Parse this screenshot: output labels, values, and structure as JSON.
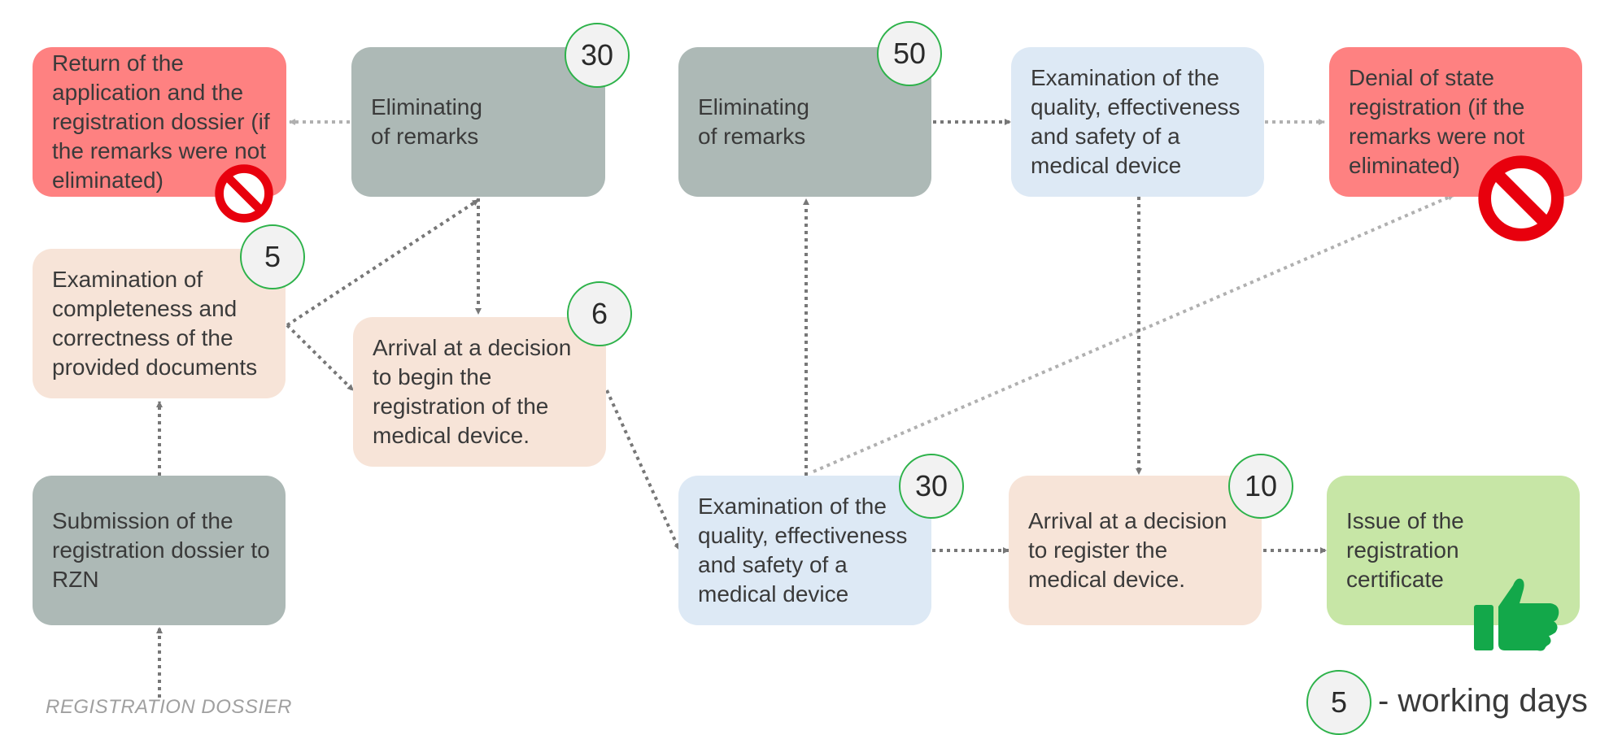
{
  "nodes": {
    "return_application": "Return of the application and the registration dossier (if the remarks were not eliminated)",
    "eliminating_remarks_1": "Eliminating of remarks",
    "eliminating_remarks_2": "Eliminating of remarks",
    "examination_quality_top": "Examination of the quality, effectiveness and safety of a medical device",
    "denial_registration": "Denial of state registration (if the remarks were not eliminated)",
    "examination_completeness": "Examination of completeness and correctness of the provided documents",
    "decision_begin": "Arrival at a decision to begin the registration of the medical device.",
    "submission": "Submission of the registration dossier to RZN",
    "examination_quality_bottom": "Examination of the quality, effectiveness and safety of a medical device",
    "decision_register": "Arrival at a decision to register the medical device.",
    "issue_certificate": "Issue of the registration certificate"
  },
  "badges": {
    "eliminating_remarks_1": "30",
    "eliminating_remarks_2": "50",
    "examination_completeness": "5",
    "decision_begin": "6",
    "examination_quality_bottom": "30",
    "decision_register": "10"
  },
  "caption": "REGISTRATION DOSSIER",
  "legend": {
    "badge": "5",
    "label": "- working days"
  },
  "colors": {
    "grey": "#adb9b6",
    "red": "#fe8181",
    "peach": "#f7e4d8",
    "blue": "#dde9f5",
    "green": "#c7e6a6",
    "badge_border": "#2db24a",
    "arrow_dark": "#777777",
    "arrow_light": "#b0b0b0"
  },
  "icons": [
    "no-entry-icon",
    "no-entry-icon",
    "thumbs-up-icon"
  ]
}
